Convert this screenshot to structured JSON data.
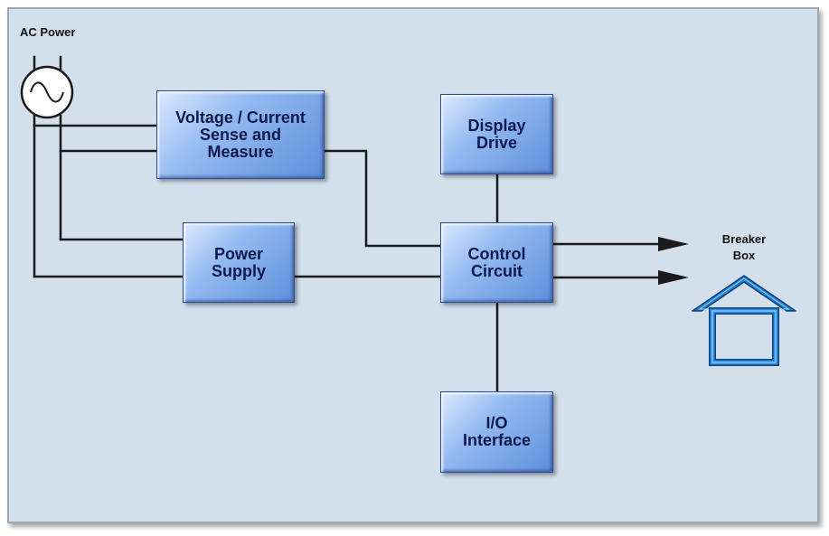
{
  "labels": {
    "ac_power": "AC Power",
    "breaker_box": "Breaker\nBox"
  },
  "blocks": {
    "voltage_current": "Voltage / Current\nSense and\nMeasure",
    "display_drive": "Display\nDrive",
    "power_supply": "Power\nSupply",
    "control_circuit": "Control\nCircuit",
    "io_interface": "I/O\nInterface"
  },
  "icons": {
    "ac_source": "ac-sine-source-icon",
    "breaker_box": "house-icon"
  },
  "colors": {
    "background": "#d3e0ec",
    "block_fill": "#7aa5e8",
    "block_text": "#0e1a4e",
    "wire": "#1a1a1a",
    "house_outline": "#1e7fd0"
  }
}
